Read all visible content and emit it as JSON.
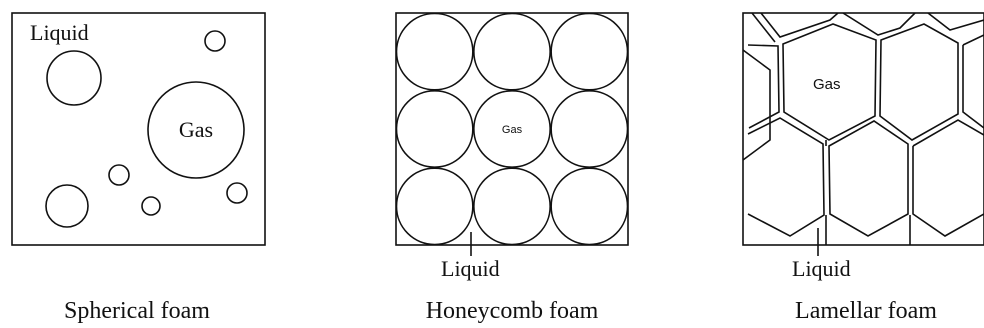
{
  "panels": {
    "spherical": {
      "caption": "Spherical foam",
      "liquid_label": "Liquid",
      "gas_label": "Gas"
    },
    "honeycomb": {
      "caption": "Honeycomb foam",
      "liquid_label": "Liquid",
      "gas_label": "Gas"
    },
    "lamellar": {
      "caption": "Lamellar foam",
      "liquid_label": "Liquid",
      "gas_label": "Gas"
    }
  }
}
